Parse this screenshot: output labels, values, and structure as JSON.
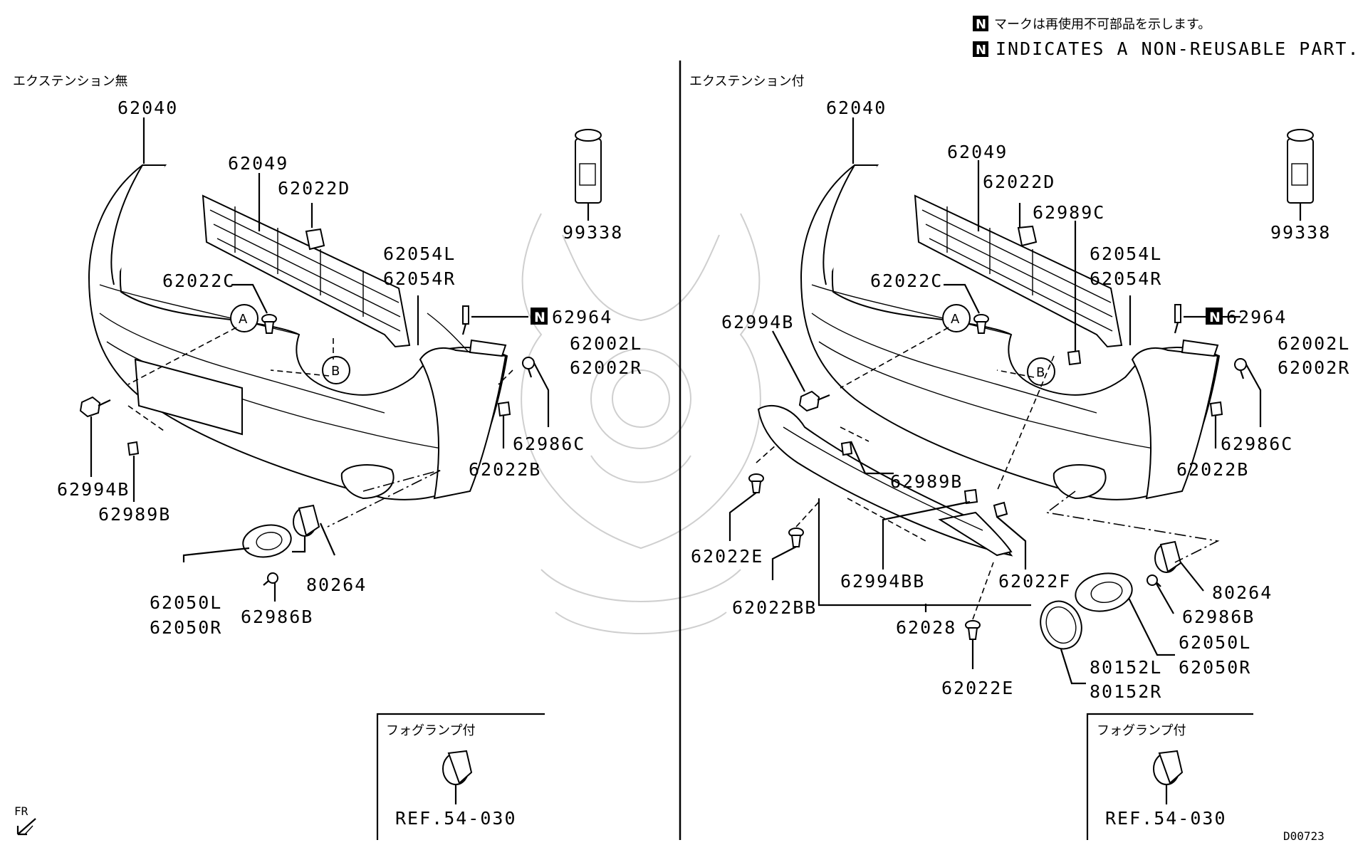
{
  "legend": {
    "jp_note": "マークは再使用不可部品を示します。",
    "en_note": "INDICATES A NON-REUSABLE PART.",
    "badge": "N"
  },
  "left_panel": {
    "title": "エクステンション無",
    "parts": {
      "p62040": "62040",
      "p62049": "62049",
      "p62022D": "62022D",
      "p62022C": "62022C",
      "p62054L": "62054L",
      "p62054R": "62054R",
      "p62964": "62964",
      "p62002L": "62002L",
      "p62002R": "62002R",
      "p99338": "99338",
      "p62986C": "62986C",
      "p62022B": "62022B",
      "p62994B": "62994B",
      "p62989B": "62989B",
      "p80264": "80264",
      "p62050L": "62050L",
      "p62050R": "62050R",
      "p62986B": "62986B"
    },
    "callouts": {
      "A": "A",
      "B": "B"
    },
    "inset": {
      "title": "フォグランプ付",
      "ref": "REF.54-030"
    }
  },
  "right_panel": {
    "title": "エクステンション付",
    "parts": {
      "p62040": "62040",
      "p62049": "62049",
      "p62022D": "62022D",
      "p62989C": "62989C",
      "p99338": "99338",
      "p62054L": "62054L",
      "p62054R": "62054R",
      "p62022C": "62022C",
      "p62994B": "62994B",
      "p62964": "62964",
      "p62002L": "62002L",
      "p62002R": "62002R",
      "p62986C": "62986C",
      "p62022B": "62022B",
      "p62989B": "62989B",
      "p62022E_a": "62022E",
      "p62994BB": "62994BB",
      "p62022F": "62022F",
      "p62022BB": "62022BB",
      "p62028": "62028",
      "p80264": "80264",
      "p62986B": "62986B",
      "p62050L": "62050L",
      "p62050R": "62050R",
      "p80152L": "80152L",
      "p80152R": "80152R",
      "p62022E_b": "62022E"
    },
    "callouts": {
      "A": "A",
      "B": "B"
    },
    "inset": {
      "title": "フォグランプ付",
      "ref": "REF.54-030"
    }
  },
  "direction": "FR",
  "diagram_code": "D00723"
}
